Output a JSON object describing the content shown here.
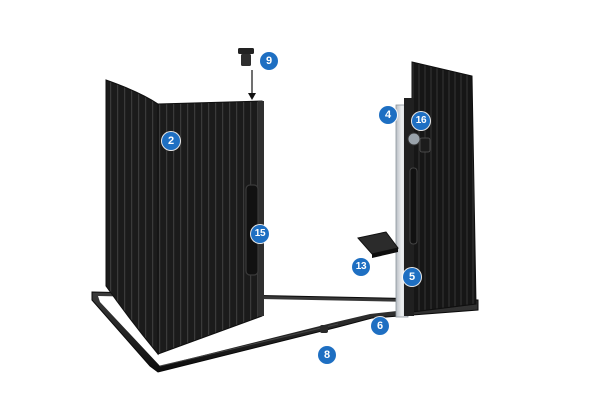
{
  "colors": {
    "callout": "#1e6fc2",
    "panel": "#1a1a1a",
    "panel_edge": "#2c2c2c",
    "frame": "#1b1b1b",
    "light_strip": "#d7dbe0"
  },
  "callouts": [
    {
      "id": "c9",
      "label": "9"
    },
    {
      "id": "c2",
      "label": "2"
    },
    {
      "id": "c4",
      "label": "4"
    },
    {
      "id": "c16",
      "label": "16"
    },
    {
      "id": "c15",
      "label": "15"
    },
    {
      "id": "c13",
      "label": "13"
    },
    {
      "id": "c5",
      "label": "5"
    },
    {
      "id": "c6",
      "label": "6"
    },
    {
      "id": "c8",
      "label": "8"
    }
  ]
}
